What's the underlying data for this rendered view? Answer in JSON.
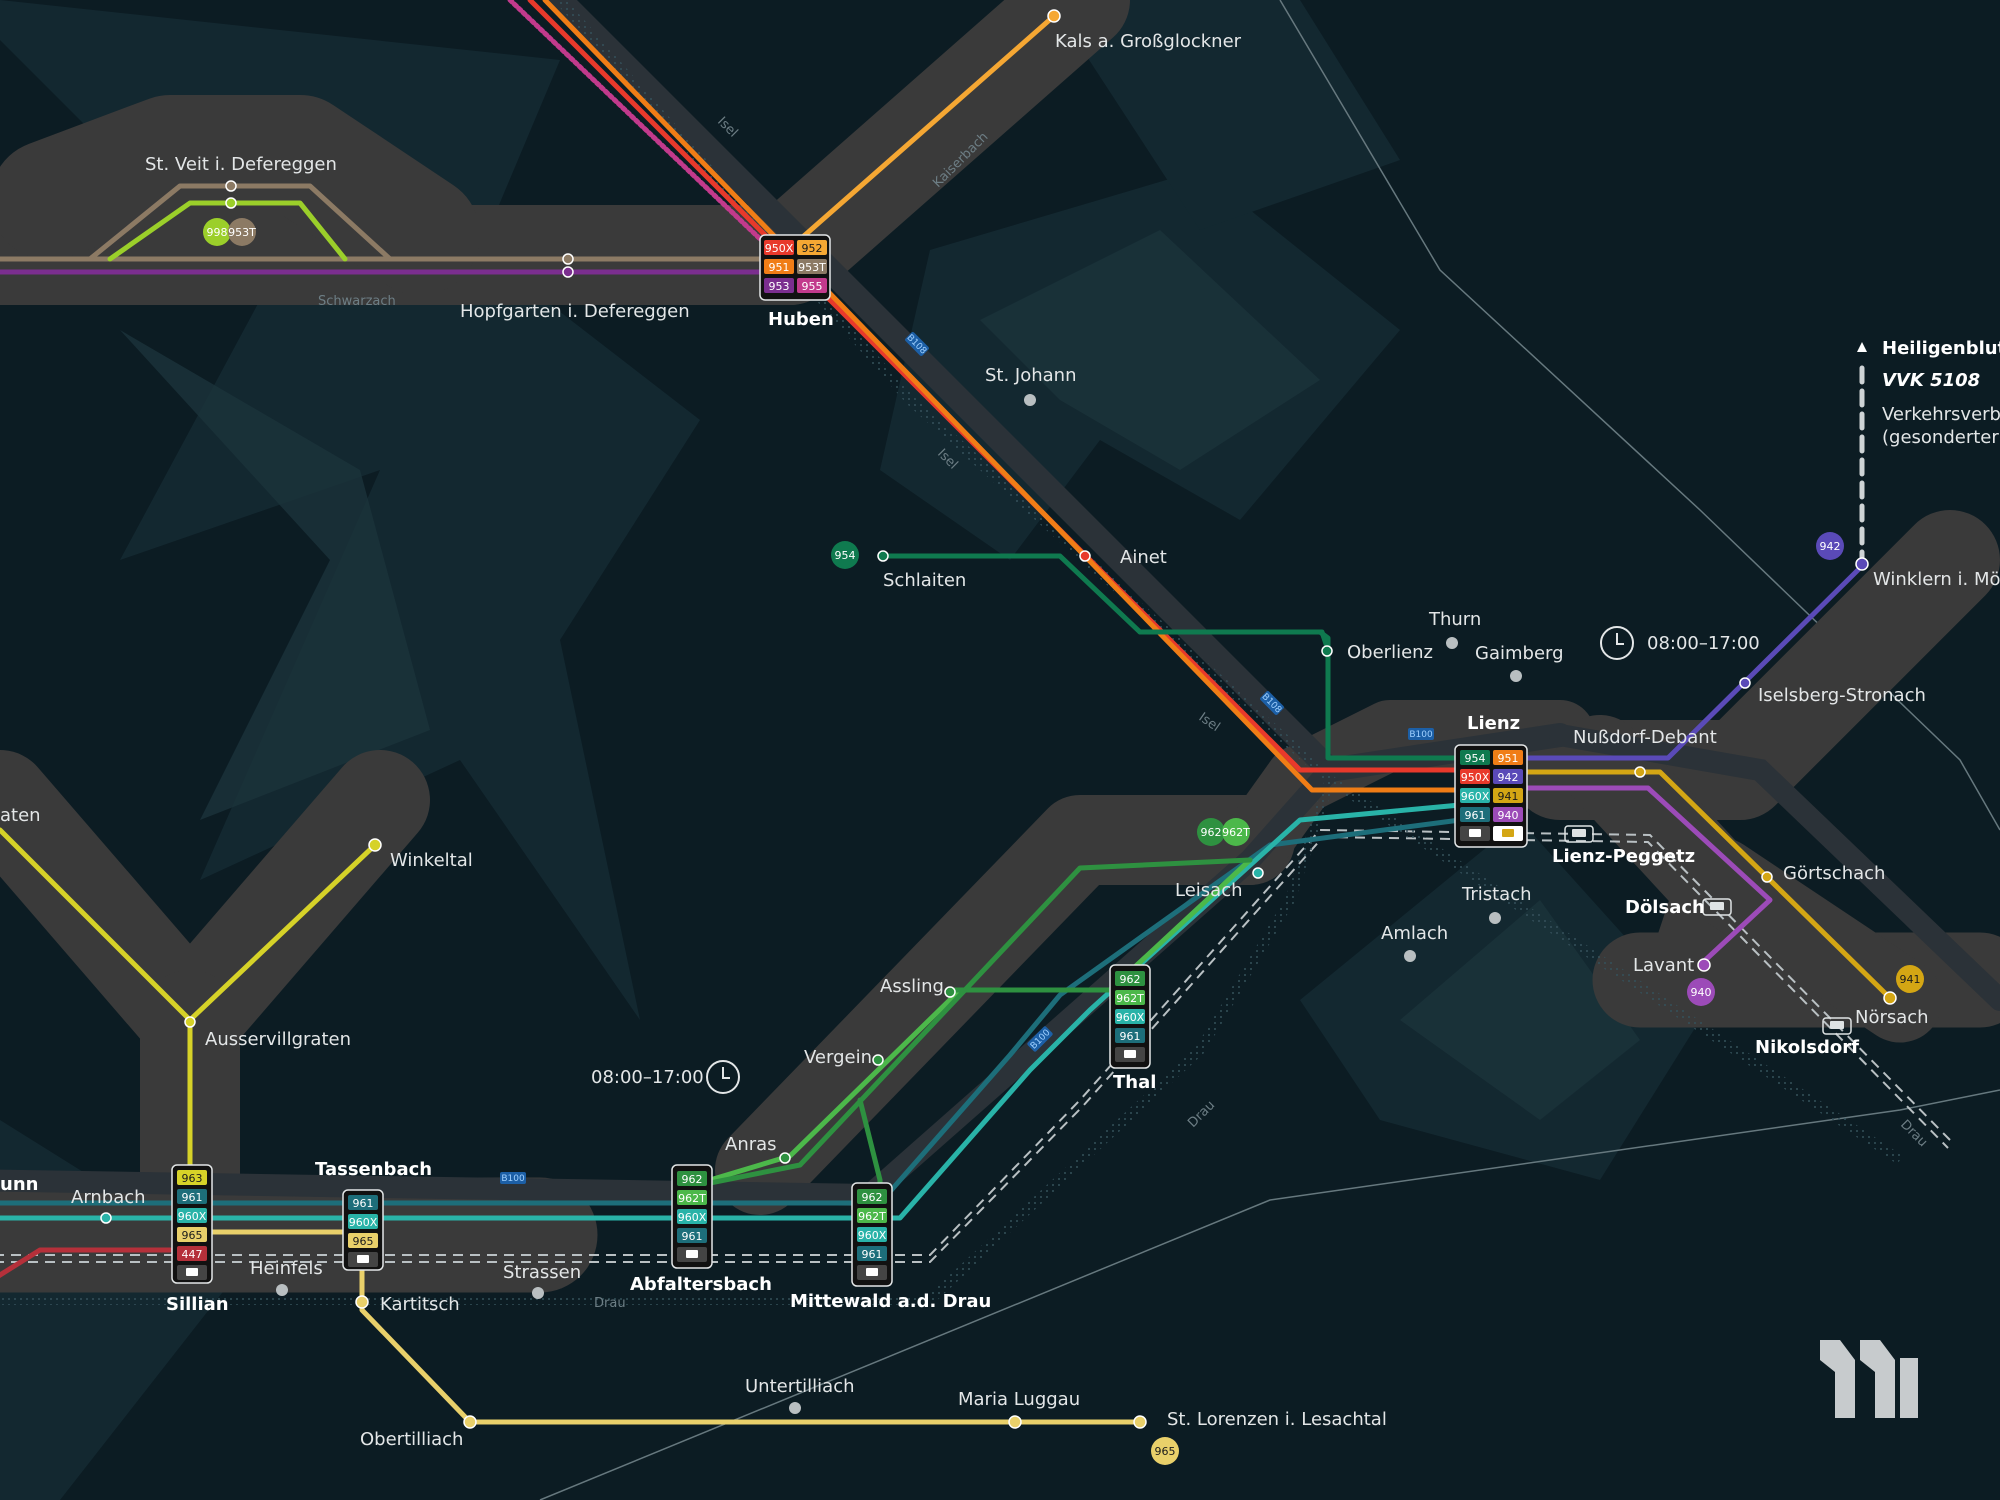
{
  "colors": {
    "bg": "#0c1c23",
    "valley": "#3a3a3a",
    "road": "#2b3238",
    "l950X": "#e8392b",
    "l951": "#f07d16",
    "l952": "#f5a733",
    "l953": "#7b2e8f",
    "l955": "#c23a8c",
    "l953T": "#8c7a64",
    "l998": "#9bcf2a",
    "l954": "#0f7a4f",
    "l962": "#2e9140",
    "l962T": "#4cb84a",
    "l960X": "#29b3a8",
    "l961": "#1d6e7a",
    "l942": "#5a4ab8",
    "l941": "#d4a614",
    "l940": "#9c4bb8",
    "l963": "#d6d228",
    "l965": "#e9d06a",
    "l447": "#b5303a"
  },
  "places": {
    "kals": "Kals a. Großglockner",
    "st_veit": "St. Veit i. Defereggen",
    "hopfgarten": "Hopfgarten i. Defereggen",
    "huben": "Huben",
    "st_johann": "St. Johann",
    "schlaiten": "Schlaiten",
    "ainet": "Ainet",
    "thurn": "Thurn",
    "oberlienz": "Oberlienz",
    "gaimberg": "Gaimberg",
    "lienz": "Lienz",
    "nussdorf": "Nußdorf-Debant",
    "lienz_peggetz": "Lienz-Peggetz",
    "tristach": "Tristach",
    "amlach": "Amlach",
    "doelsach": "Dölsach",
    "goertschach": "Görtschach",
    "lavant": "Lavant",
    "noersach": "Nörsach",
    "nikolsdorf": "Nikolsdorf",
    "winklern": "Winklern i. Möll",
    "iselsberg": "Iselsberg-Stronach",
    "heiligenblut": "Heiligenblut",
    "vvk": "VVK 5108",
    "vvk_note_1": "Verkehrsverbu",
    "vvk_note_2": "(gesonderter T",
    "leisach": "Leisach",
    "assling": "Assling",
    "thal": "Thal",
    "vergein": "Vergein",
    "anras": "Anras",
    "abfaltersbach": "Abfaltersbach",
    "mittewald": "Mittewald a.d. Drau",
    "tassenbach": "Tassenbach",
    "strassen": "Strassen",
    "kartitsch": "Kartitsch",
    "heinfels": "Heinfels",
    "sillian": "Sillian",
    "arnbach": "Arnbach",
    "unn": "unn",
    "aten": "aten",
    "winkeltal": "Winkeltal",
    "ausservillgraten": "Ausservillgraten",
    "obertilliach": "Obertilliach",
    "untertilliach": "Untertilliach",
    "maria_luggau": "Maria Luggau",
    "st_lorenzen": "St. Lorenzen i. Lesachtal"
  },
  "rivers": {
    "isel_1": "Isel",
    "isel_2": "Isel",
    "isel_3": "Isel",
    "kaiserbach": "Kaiserbach",
    "schwarzach": "Schwarzach",
    "drau_1": "Drau",
    "drau_2": "Drau",
    "drau_3": "Drau"
  },
  "roads": {
    "b108_1": "B108",
    "b108_2": "B108",
    "b100_1": "B100",
    "b100_2": "B100",
    "b100_3": "B100"
  },
  "times": {
    "lienz_east": "08:00–17:00",
    "drautal_west": "08:00–17:00"
  },
  "lines": {
    "l950X": "950X",
    "l951": "951",
    "l952": "952",
    "l953": "953",
    "l953T": "953T",
    "l955": "955",
    "l954": "954",
    "l998": "998",
    "l942": "942",
    "l941": "941",
    "l940": "940",
    "l962": "962",
    "l962T": "962T",
    "l960X": "960X",
    "l961": "961",
    "l963": "963",
    "l965": "965",
    "l447": "447"
  },
  "icons": {
    "bus": "bus-icon",
    "train": "train-icon",
    "clock": "clock-icon",
    "arrow": "triangle-up-icon",
    "logo": "vvt-logo"
  }
}
